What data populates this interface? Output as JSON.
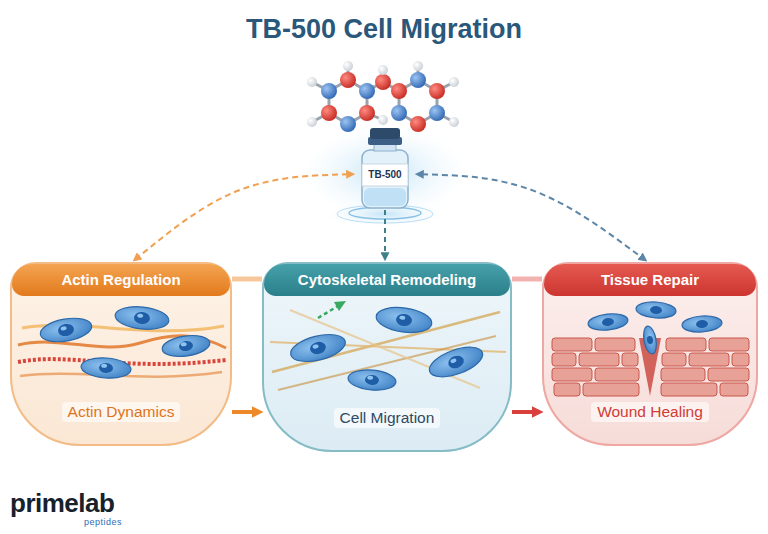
{
  "diagram": {
    "title": "TB-500 Cell Migration",
    "nodes": [
      {
        "text": [
          "TB-500"
        ]
      },
      {
        "text": [
          "Actin Regulation",
          "Actin Dynamics"
        ]
      },
      {
        "text": [
          "Cytoskeletal Remodeling",
          "Cell Migration"
        ]
      },
      {
        "text": [
          "Tissue Repair",
          "Wound Healing"
        ]
      }
    ],
    "edges": [
      {
        "from": 0,
        "to": 1,
        "arrow": "both"
      },
      {
        "from": 0,
        "to": 2,
        "arrow": "to"
      },
      {
        "from": 0,
        "to": 3,
        "arrow": "both"
      },
      {
        "from": 1,
        "to": 2,
        "arrow": "none"
      },
      {
        "from": 2,
        "to": 3,
        "arrow": "none"
      },
      {
        "from": 1,
        "to": 2,
        "arrow": "to"
      },
      {
        "from": 2,
        "to": 3,
        "arrow": "to"
      }
    ],
    "labels": [
      "primelab",
      "peptides"
    ]
  }
}
